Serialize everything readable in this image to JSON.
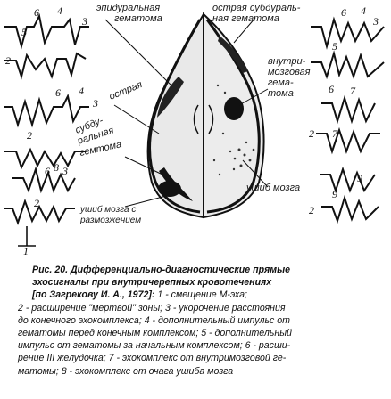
{
  "labels": {
    "epidural": [
      "эпидуральная",
      "гематома"
    ],
    "acute_subdural_top": [
      "острая субдураль-",
      "ная гематома"
    ],
    "intracerebral": [
      "внутри-",
      "мозговая",
      "гема-",
      "тома"
    ],
    "acute": "острая",
    "subdural_left": [
      "субду-",
      "ральная",
      "гемтома"
    ],
    "contusion": "ушиб мозга",
    "contusion_crush": [
      "ушиб мозга с",
      "размозжением"
    ]
  },
  "numbers": {
    "n1": "1",
    "n2": "2",
    "n3": "3",
    "n4": "4",
    "n5": "5",
    "n6": "6",
    "n7": "7",
    "n8": "8",
    "n9": "9"
  },
  "caption": {
    "title_line1": "Рис. 20.  Дифференциально-диагностические прямые",
    "title_line2": "эхосигналы при внутричерепных кровотечениях",
    "title_line3": "[по Загрекову И. А., 1972]:",
    "title_tail": " 1 - смещение М-эха;",
    "lines": [
      "2 - расширение \"мертвой\" зоны; 3 - укорочение расстояния",
      "до конечного эхокомплекса; 4 - дополнительный импульс от",
      "гематомы перед конечным комплексом; 5 - дополнительный",
      "импульс от гематомы за начальным комплексом;  6 - расши-",
      "рение III желудочка;  7 - эхокомплекс от внутримозговой ге-",
      "матомы; 8 - эхокомплекс от очага ушиба мозга"
    ]
  }
}
